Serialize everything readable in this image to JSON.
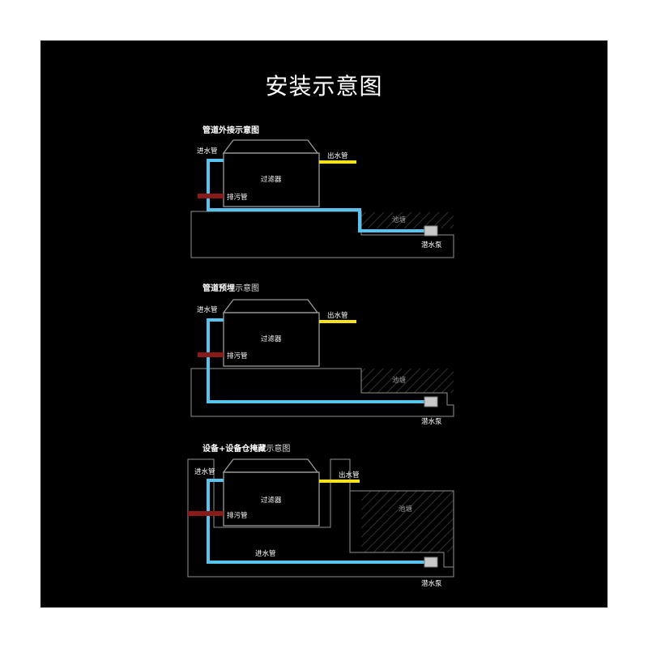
{
  "page": {
    "title": "安装示意图",
    "background": "#000000"
  },
  "colors": {
    "inlet": "#57c3ef",
    "outlet": "#f5e11e",
    "drain": "#8b1a1a",
    "line": "#8f8f8f"
  },
  "sections": [
    {
      "title": "管道外接示意图",
      "title_sub": "",
      "labels": {
        "inlet": "进水管",
        "outlet": "出水管",
        "filter": "过滤器",
        "drain": "排污管",
        "pond": "池塘",
        "pump": "潜水泵"
      }
    },
    {
      "title": "管道预埋",
      "title_sub": "示意图",
      "labels": {
        "inlet": "进水管",
        "outlet": "出水管",
        "filter": "过滤器",
        "drain": "排污管",
        "pond": "池塘",
        "pump": "潜水泵"
      }
    },
    {
      "title": "设备+设备仓掩藏",
      "title_sub": "示意图",
      "labels": {
        "inlet": "进水管",
        "outlet": "出水管",
        "filter": "过滤器",
        "drain": "排污管",
        "pond": "池塘",
        "pump": "潜水泵",
        "inlet_bottom": "进水管"
      }
    }
  ]
}
